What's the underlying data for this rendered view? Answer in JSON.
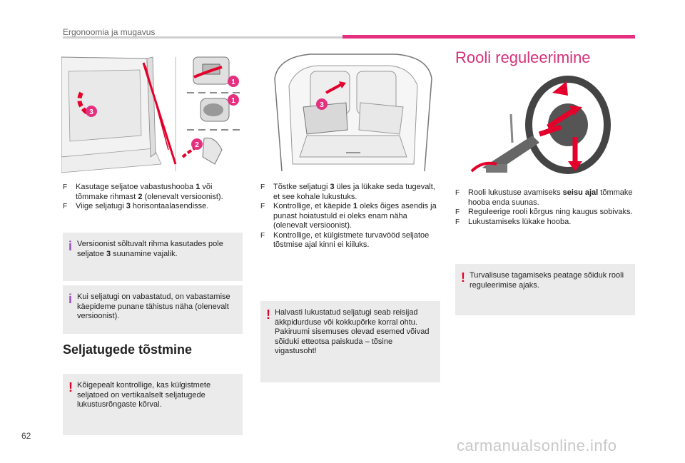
{
  "header": {
    "title": "Ergonoomia ja mugavus"
  },
  "page_number": "62",
  "watermark": "carmanualsonline.info",
  "figure_labels": {
    "one": "1",
    "two": "2",
    "three": "3"
  },
  "col1": {
    "bullets": [
      {
        "mark": "F",
        "pre": "Kasutage seljatoe vabastushooba ",
        "b1": "1",
        "mid": " või tõmmake rihmast ",
        "b2": "2",
        "post": " (olenevalt versioonist)."
      },
      {
        "mark": "F",
        "pre": "Viige seljatugi ",
        "b1": "3",
        "post": " horisontaalasendisse."
      }
    ],
    "info1": {
      "icon": "i",
      "pre": "Versioonist sõltuvalt rihma kasutades pole seljatoe ",
      "b": "3",
      "post": " suunamine vajalik."
    },
    "info2": {
      "icon": "i",
      "text": "Kui seljatugi on vabastatud, on vabastamise käepideme punane tähistus näha (olenevalt versioonist)."
    },
    "section_title": "Seljatugede tõstmine",
    "warning": {
      "icon": "!",
      "text": "Kõigepealt kontrollige, kas külgistmete seljatoed on vertikaalselt seljatugede lukustusrõngaste kõrval."
    }
  },
  "col2": {
    "bullets": [
      {
        "mark": "F",
        "pre": "Tõstke seljatugi ",
        "b1": "3",
        "post": " üles ja lükake seda tugevalt, et see kohale lukustuks."
      },
      {
        "mark": "F",
        "pre": "Kontrollige, et käepide ",
        "b1": "1",
        "post": " oleks õiges asendis ja punast hoiatustuld ei oleks enam näha (olenevalt versioonist)."
      },
      {
        "mark": "F",
        "pre": "Kontrollige, et külgistmete turvavööd seljatoe tõstmise ajal kinni ei kiiluks."
      }
    ],
    "warning": {
      "icon": "!",
      "text": "Halvasti lukustatud seljatugi seab reisijad äkkpidurduse või kokkupõrke korral ohtu. Pakiruumi sisemuses olevad esemed võivad sõiduki etteotsa paiskuda – tõsine vigastusoht!"
    }
  },
  "col3": {
    "title": "Rooli reguleerimine",
    "bullets": [
      {
        "mark": "F",
        "pre": "Rooli lukustuse avamiseks ",
        "b1": "seisu ajal",
        "post": " tõmmake hooba enda suunas."
      },
      {
        "mark": "F",
        "pre": "Reguleerige rooli kõrgus ning kaugus sobivaks."
      },
      {
        "mark": "F",
        "pre": "Lukustamiseks lükake hooba."
      }
    ],
    "warning": {
      "icon": "!",
      "text": "Turvalisuse tagamiseks peatage sõiduk rooli reguleerimise ajaks."
    }
  },
  "colors": {
    "accent": "#e4307f",
    "info": "#9b4fc0",
    "warning": "#e4002b",
    "box": "#ebebeb"
  }
}
